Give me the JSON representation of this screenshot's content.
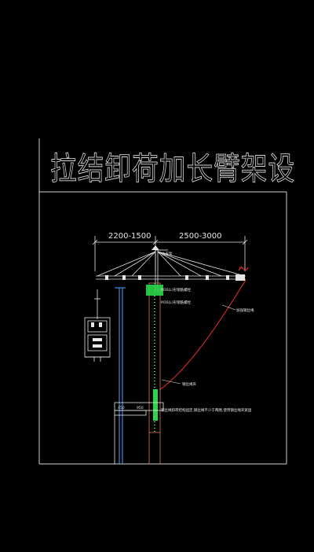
{
  "title": "拉结卸荷加长臂架设",
  "dimensions": {
    "left": "2200-1500",
    "right": "2500-3000"
  },
  "labels": {
    "top_marker": "上支架",
    "anchor_1": "M16(L)形钢筋螺栓",
    "anchor_2": "M16(L)形钢筋螺栓",
    "rope_label": "加强钢丝绳",
    "wire_label": "钢丝绳夹",
    "bottom_note": "钢丝绳卸荷结构固定,钢丝绳不少于两圈,使用钢丝绳夹紧固",
    "slab_left": "450",
    "slab_right": "950",
    "hook_mark": "E"
  },
  "colors": {
    "background": "#000000",
    "lines": "#e6e6e6",
    "rope": "#ff3030",
    "wall": "#4aa3ff",
    "column": "#c07050",
    "concrete": "#2ad64a"
  }
}
